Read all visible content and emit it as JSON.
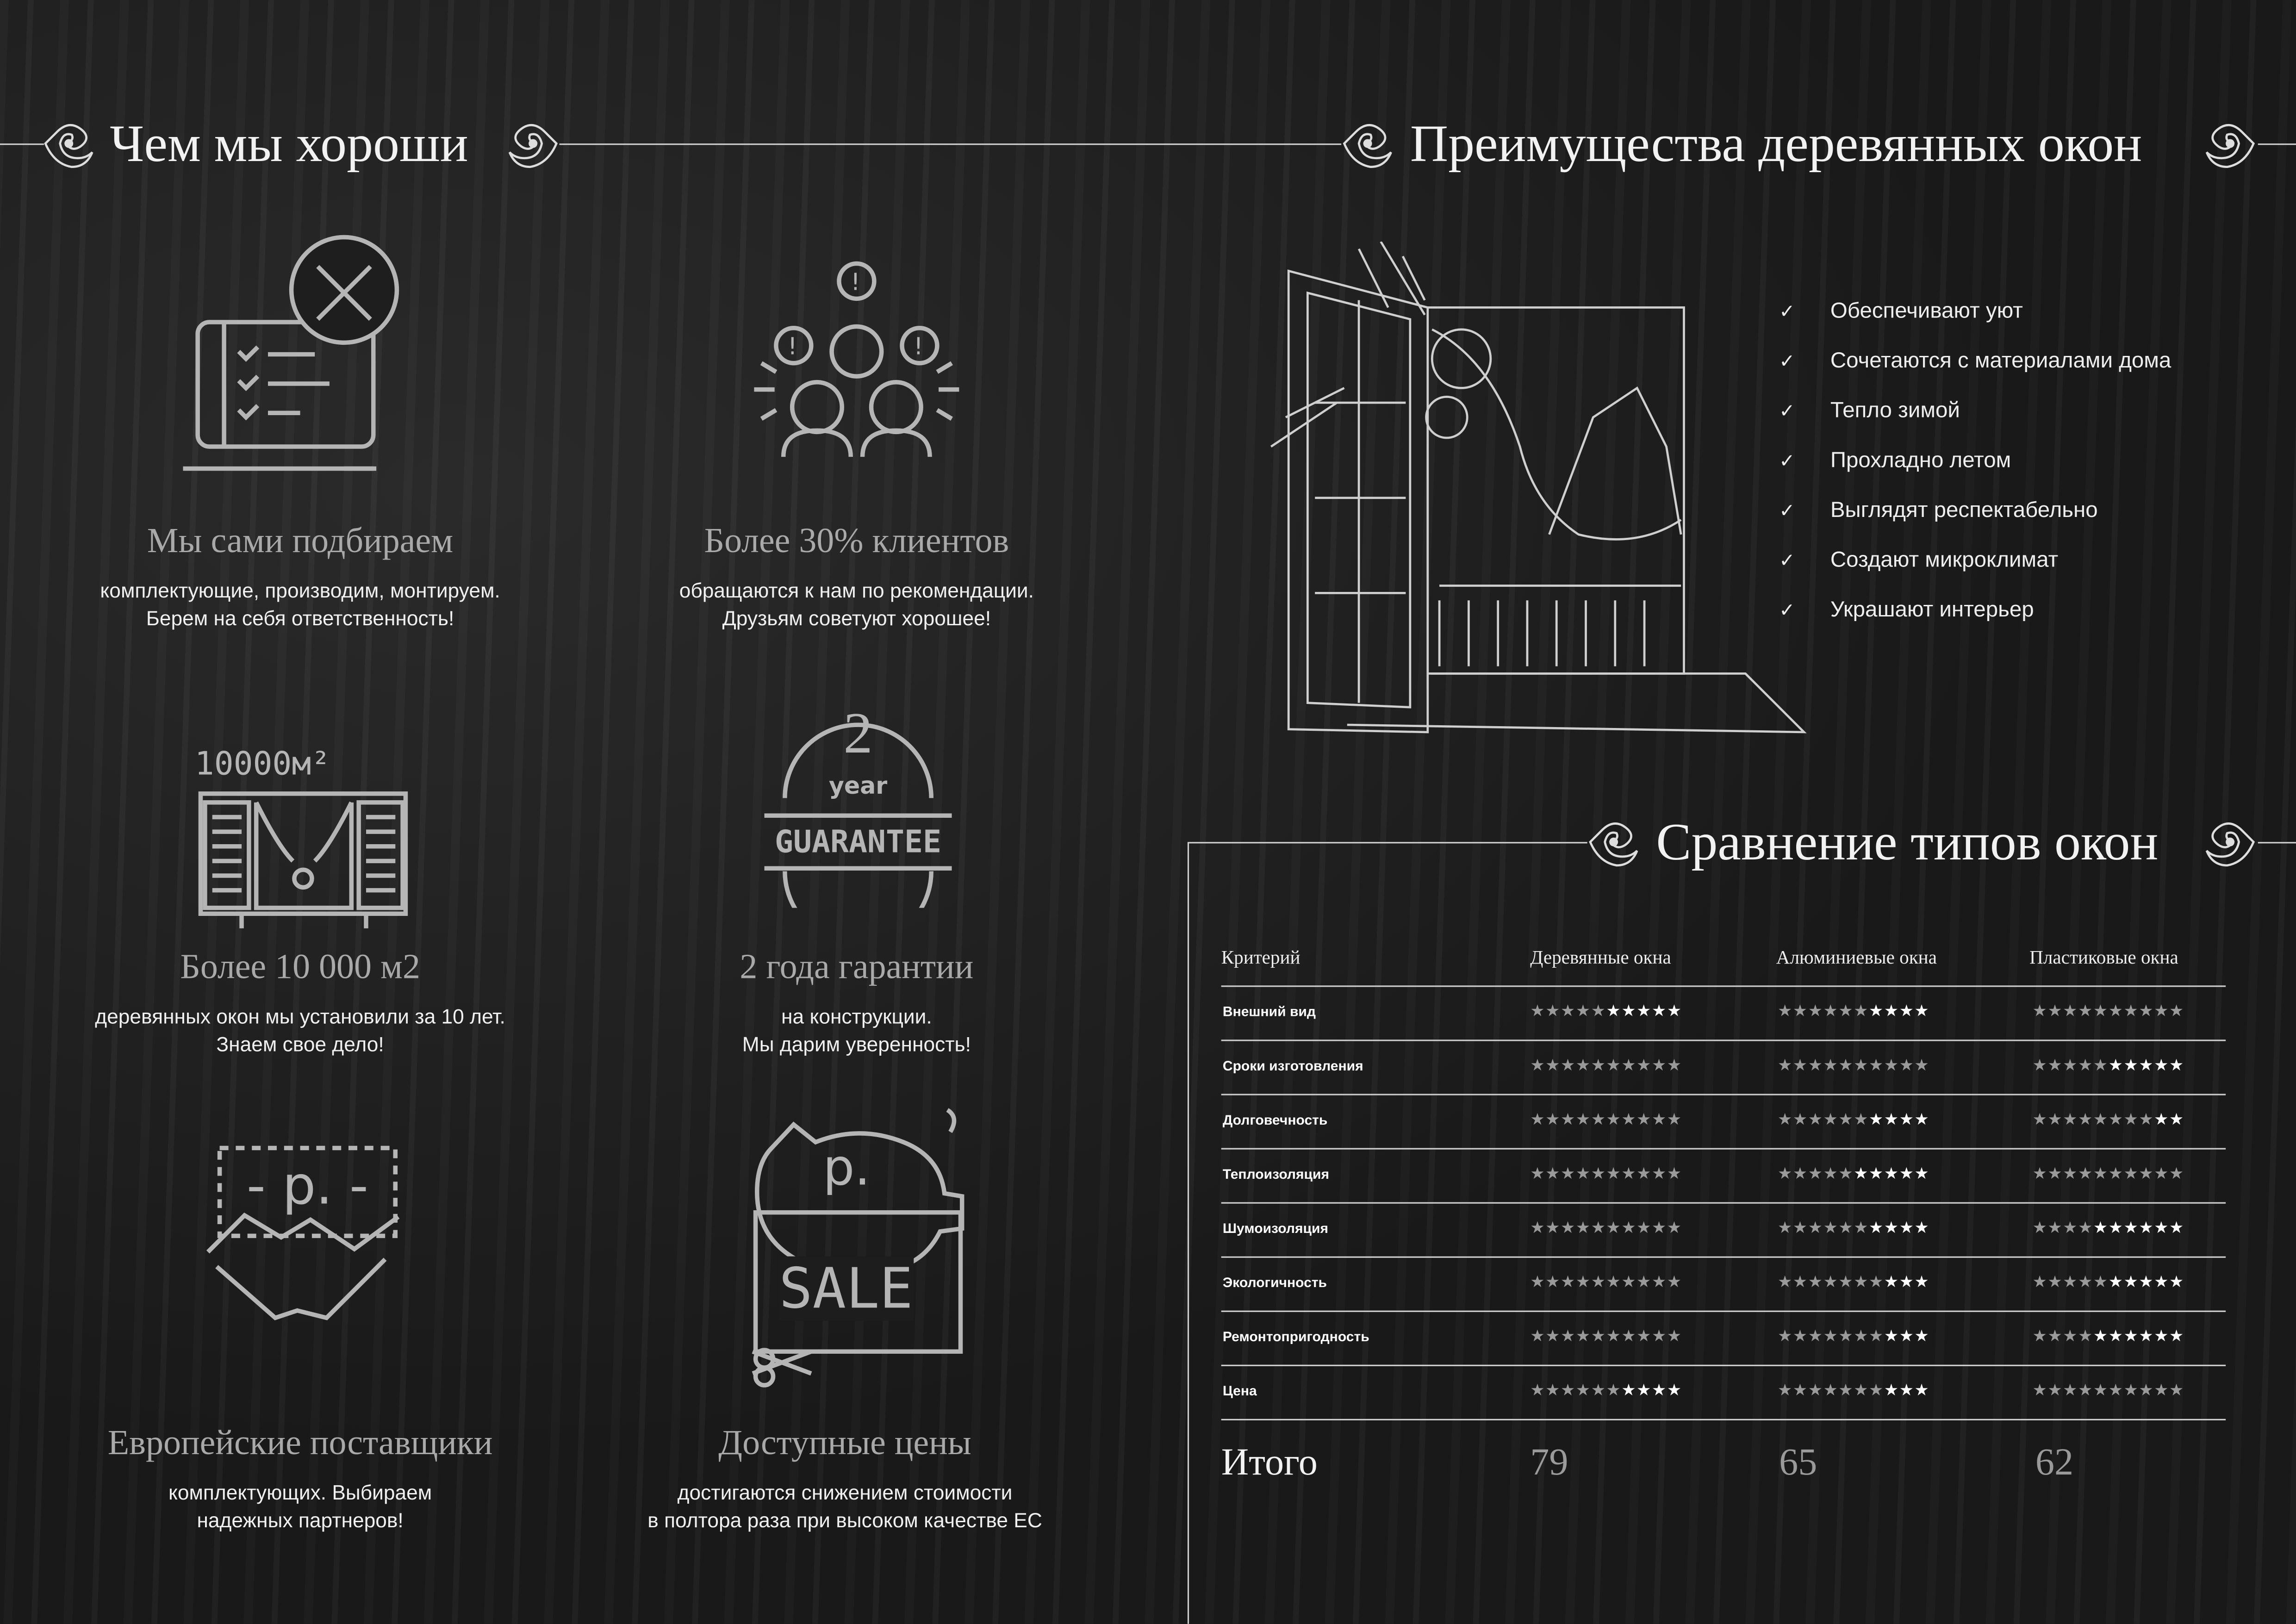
{
  "left_section": {
    "title": "Чем мы хороши",
    "features": [
      {
        "icon": "tablet-tools-icon",
        "title": "Мы сами подбираем",
        "desc": [
          "комплектующие, производим, монтируем.",
          "Берем на себя ответственность!"
        ]
      },
      {
        "icon": "clients-group-icon",
        "title": "Более 30% клиентов",
        "desc": [
          "обращаются к нам по рекомендации.",
          "Друзьям советуют хорошее!"
        ]
      },
      {
        "icon": "window-10000-icon",
        "icon_text": "10000м²",
        "title": "Более 10 000 м2",
        "desc": [
          "деревянных окон мы установили за 10 лет.",
          "Знаем свое дело!"
        ]
      },
      {
        "icon": "guarantee-badge-icon",
        "icon_text": [
          "2",
          "year",
          "GUARANTEE"
        ],
        "title": "2 года гарантии",
        "desc": [
          "на конструкции.",
          "Мы дарим уверенность!"
        ]
      },
      {
        "icon": "handshake-icon",
        "icon_text": "- р. -",
        "title": "Европейские поставщики",
        "desc": [
          "комплектующих. Выбираем",
          "надежных партнеров!"
        ]
      },
      {
        "icon": "piggy-sale-icon",
        "icon_text": [
          "р.",
          "SALE"
        ],
        "title": "Доступные цены",
        "desc": [
          "достигаются снижением стоимости",
          "в полтора раза при высоком качестве ЕС"
        ]
      }
    ]
  },
  "advantages": {
    "title": "Преимущества деревянных окон",
    "items": [
      "Обеспечивают уют",
      "Сочетаются с материалами дома",
      "Тепло зимой",
      "Прохладно летом",
      "Выглядят респектабельно",
      "Создают микроклимат",
      "Украшают интерьер"
    ],
    "check_mark": "✓"
  },
  "comparison": {
    "title": "Сравнение типов окон",
    "headers": [
      "Критерий",
      "Деревянные окна",
      "Алюминиевые окна",
      "Пластиковые окна"
    ],
    "stars_per_cell": 10,
    "rows": [
      {
        "label": "Внешний вид",
        "gray": [
          5,
          6,
          10
        ]
      },
      {
        "label": "Сроки изготовления",
        "gray": [
          10,
          10,
          5
        ]
      },
      {
        "label": "Долговечность",
        "gray": [
          10,
          6,
          8
        ]
      },
      {
        "label": "Теплоизоляция",
        "gray": [
          10,
          5,
          10
        ]
      },
      {
        "label": "Шумоизоляция",
        "gray": [
          10,
          6,
          4
        ]
      },
      {
        "label": "Экологичность",
        "gray": [
          10,
          7,
          5
        ]
      },
      {
        "label": "Ремонтопригодность",
        "gray": [
          10,
          7,
          4
        ]
      },
      {
        "label": "Цена",
        "gray": [
          6,
          7,
          10
        ]
      }
    ],
    "total_label": "Итого",
    "totals": [
      "79",
      "65",
      "62"
    ]
  },
  "colors": {
    "background": "#1b1b1b",
    "text": "#f0f0f0",
    "muted": "#a9a9a9",
    "line": "#cfcfcf"
  }
}
